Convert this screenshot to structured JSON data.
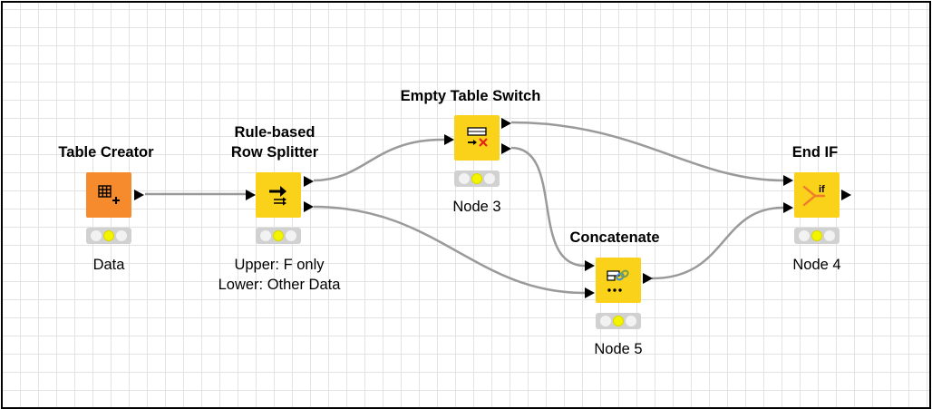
{
  "workflow": {
    "nodes": {
      "table_creator": {
        "title": "Table Creator",
        "label": "Data",
        "status": "configured"
      },
      "row_splitter": {
        "title_line1": "Rule-based",
        "title_line2": "Row Splitter",
        "label_line1": "Upper: F only",
        "label_line2": "Lower: Other Data",
        "status": "configured"
      },
      "empty_table_switch": {
        "title": "Empty Table Switch",
        "label": "Node 3",
        "status": "configured"
      },
      "concatenate": {
        "title": "Concatenate",
        "label": "Node 5",
        "status": "configured"
      },
      "end_if": {
        "title": "End IF",
        "label": "Node 4",
        "status": "configured"
      }
    },
    "connections": [
      {
        "from": "table_creator",
        "to": "row_splitter"
      },
      {
        "from": "row_splitter.upper",
        "to": "empty_table_switch"
      },
      {
        "from": "row_splitter.lower",
        "to": "concatenate.lower"
      },
      {
        "from": "empty_table_switch.upper",
        "to": "end_if.upper"
      },
      {
        "from": "empty_table_switch.lower",
        "to": "concatenate.upper"
      },
      {
        "from": "concatenate",
        "to": "end_if.lower"
      }
    ]
  },
  "colors": {
    "source_node": "#f68b2d",
    "manipulator_node": "#fbd21a",
    "connection": "#9a9a9a",
    "traffic_light_yellow": "#f4f400",
    "grid": "#e3e3e3"
  },
  "icons": {
    "table_creator": "table-grid-plus-icon",
    "row_splitter": "split-arrow-icon",
    "empty_table_switch": "switch-x-icon",
    "concatenate": "concatenate-link-icon",
    "end_if": "end-if-icon"
  }
}
